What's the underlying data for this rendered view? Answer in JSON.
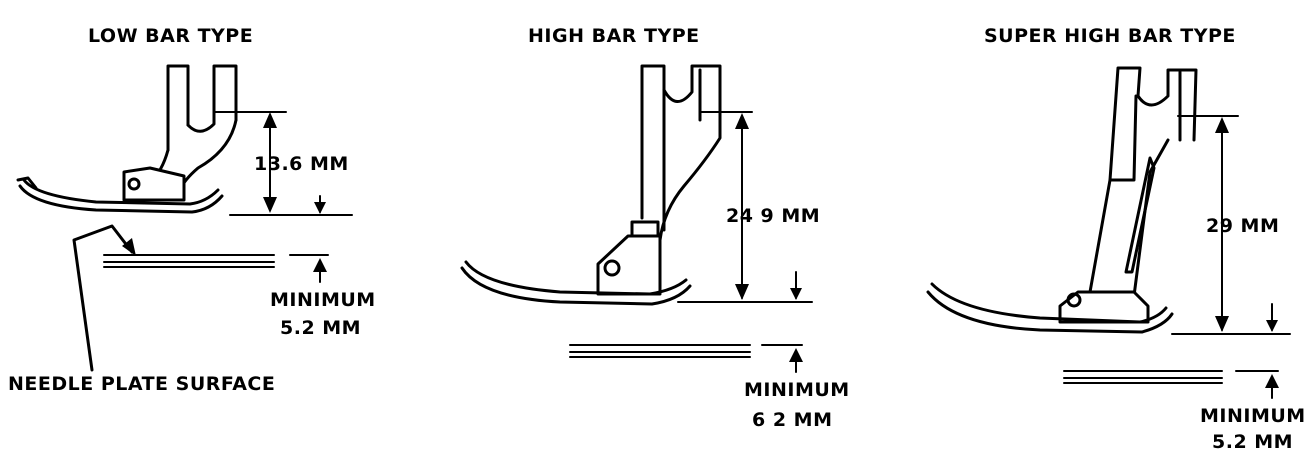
{
  "panels": [
    {
      "heading": "LOW BAR TYPE",
      "height_label": "13.6 MM",
      "min_label_line1": "MINIMUM",
      "min_label_line2": "5.2 MM"
    },
    {
      "heading": "HIGH BAR TYPE",
      "height_label": "24 9 MM",
      "min_label_line1": "MINIMUM",
      "min_label_line2": "6 2 MM"
    },
    {
      "heading": "SUPER HIGH BAR TYPE",
      "height_label": "29 MM",
      "min_label_line1": "MINIMUM",
      "min_label_line2": "5.2 MM"
    }
  ],
  "needle_plate_label": "NEEDLE PLATE SURFACE"
}
